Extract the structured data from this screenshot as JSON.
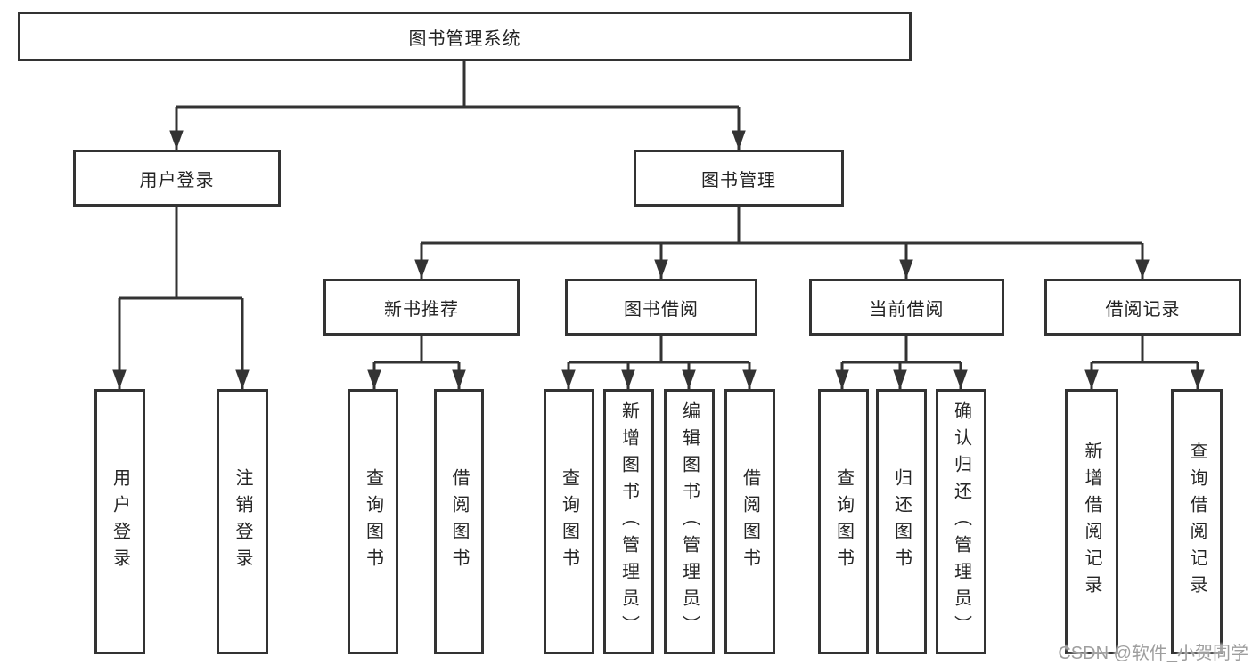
{
  "diagram": {
    "root": {
      "label": "图书管理系统"
    },
    "branches": [
      {
        "label": "用户登录",
        "children": [
          {
            "label": "用户登录"
          },
          {
            "label": "注销登录"
          }
        ]
      },
      {
        "label": "图书管理",
        "children": [
          {
            "label": "新书推荐",
            "children": [
              {
                "label": "查询图书"
              },
              {
                "label": "借阅图书"
              }
            ]
          },
          {
            "label": "图书借阅",
            "children": [
              {
                "label": "查询图书"
              },
              {
                "label": "新增图书（管理员）"
              },
              {
                "label": "编辑图书（管理员）"
              },
              {
                "label": "借阅图书"
              }
            ]
          },
          {
            "label": "当前借阅",
            "children": [
              {
                "label": "查询图书"
              },
              {
                "label": "归还图书"
              },
              {
                "label": "确认归还（管理员）"
              }
            ]
          },
          {
            "label": "借阅记录",
            "children": [
              {
                "label": "新增借阅记录"
              },
              {
                "label": "查询借阅记录"
              }
            ]
          }
        ]
      }
    ]
  },
  "watermark": {
    "text": "CSDN @软件_小贺同学"
  },
  "colors": {
    "line": "#333333",
    "text": "#262626",
    "box_background": "#ffffff",
    "watermark": "#9e9e9e"
  }
}
